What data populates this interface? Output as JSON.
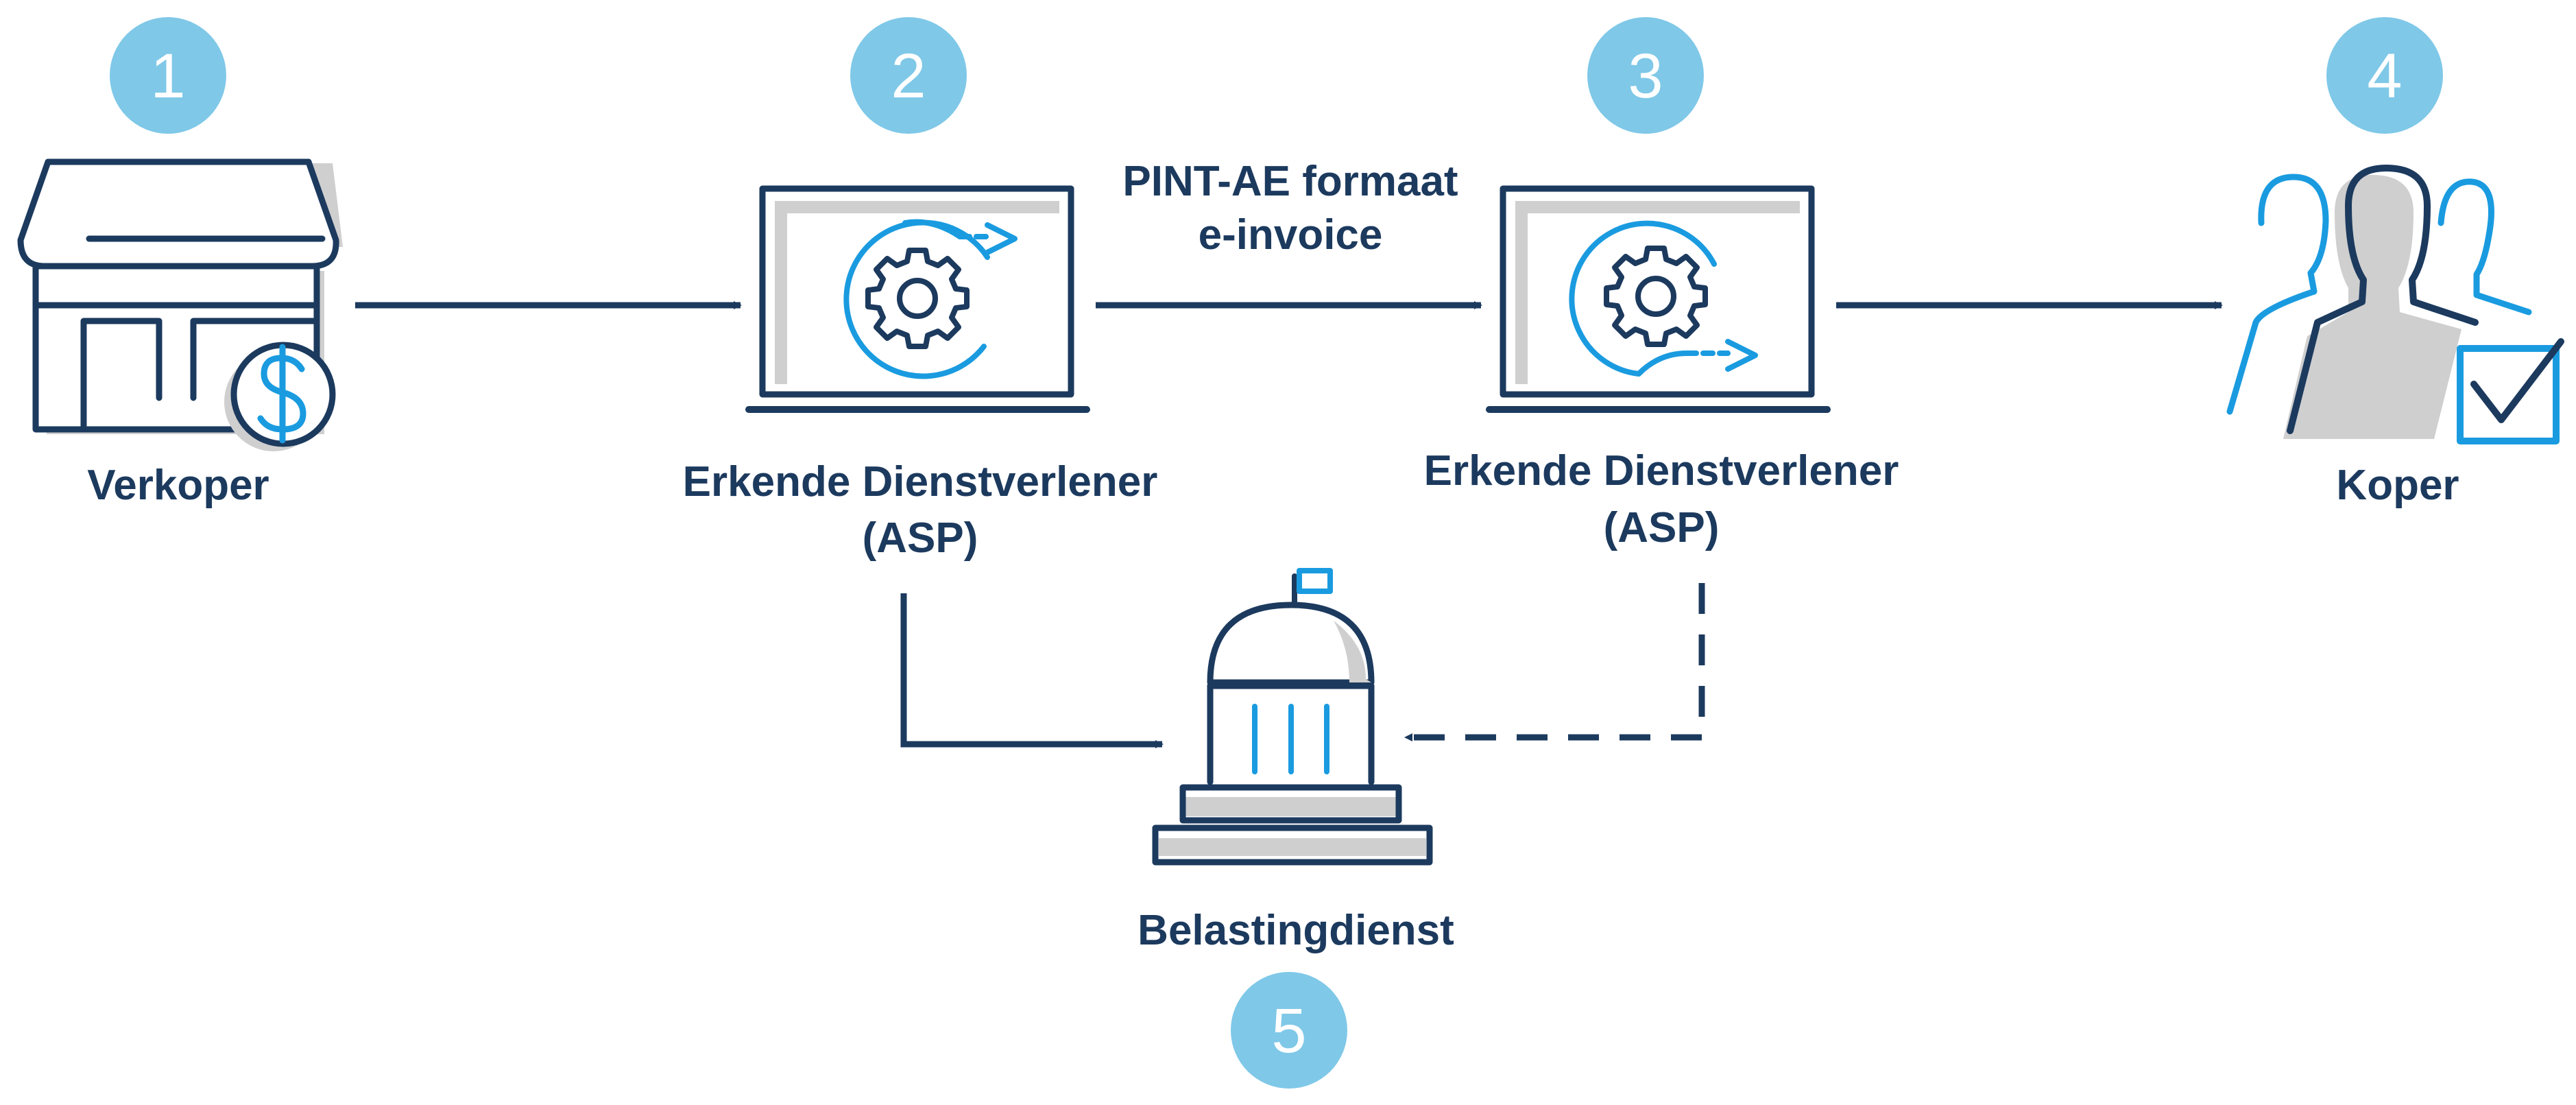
{
  "steps": [
    {
      "number": "1",
      "label_lines": [
        "Verkoper"
      ]
    },
    {
      "number": "2",
      "label_lines": [
        "Erkende Dienstverlener",
        "(ASP)"
      ]
    },
    {
      "number": "3",
      "label_lines": [
        "Erkende Dienstverlener",
        "(ASP)"
      ]
    },
    {
      "number": "4",
      "label_lines": [
        "Koper"
      ]
    },
    {
      "number": "5",
      "label_lines": [
        "Belastingdienst"
      ]
    }
  ],
  "edge_label": {
    "line1": "PINT-AE formaat",
    "line2": "e-invoice"
  },
  "icons": {
    "seller": "storefront-dollar-icon",
    "asp_send": "laptop-gear-arrow-icon",
    "asp_receive": "laptop-gear-arrow-icon",
    "buyer": "people-checkbox-icon",
    "tax": "government-building-icon"
  },
  "colors": {
    "navy": "#1c3a5e",
    "accent_blue": "#1a9be0",
    "badge_blue": "#7fc8e8",
    "shadow_gray": "#cfcfcf"
  }
}
